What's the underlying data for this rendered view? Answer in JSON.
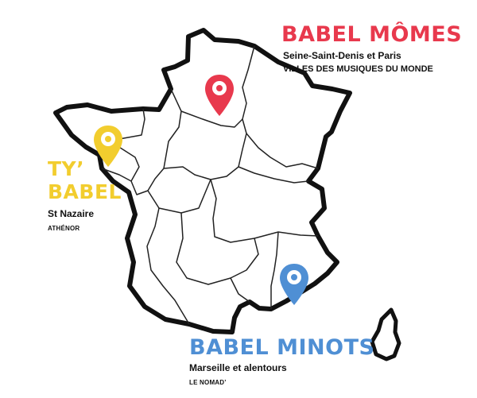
{
  "map": {
    "colors": {
      "border": "#111111",
      "regions": "#222222",
      "mome": "#e8394d",
      "tybabel": "#f2cd2e",
      "minots": "#4f8fd4"
    },
    "markers": [
      {
        "id": "paris",
        "icon": "map-pin-icon",
        "color": "#e8394d"
      },
      {
        "id": "saint-nazaire",
        "icon": "map-pin-icon",
        "color": "#f2cd2e"
      },
      {
        "id": "marseille",
        "icon": "map-pin-icon",
        "color": "#4f8fd4"
      }
    ]
  },
  "labels": {
    "babel_momes": {
      "title": "BABEL MÔMES",
      "place": "Seine-Saint-Denis et Paris",
      "org": "VILLES DES MUSIQUES DU MONDE"
    },
    "ty_babel": {
      "title_line1": "TY’",
      "title_line2": "BABEL",
      "place": "St Nazaire",
      "org": "ATHÉNOR"
    },
    "babel_minots": {
      "title": "BABEL MINOTS",
      "place": "Marseille et alentours",
      "org": "LE NOMAD’"
    }
  }
}
